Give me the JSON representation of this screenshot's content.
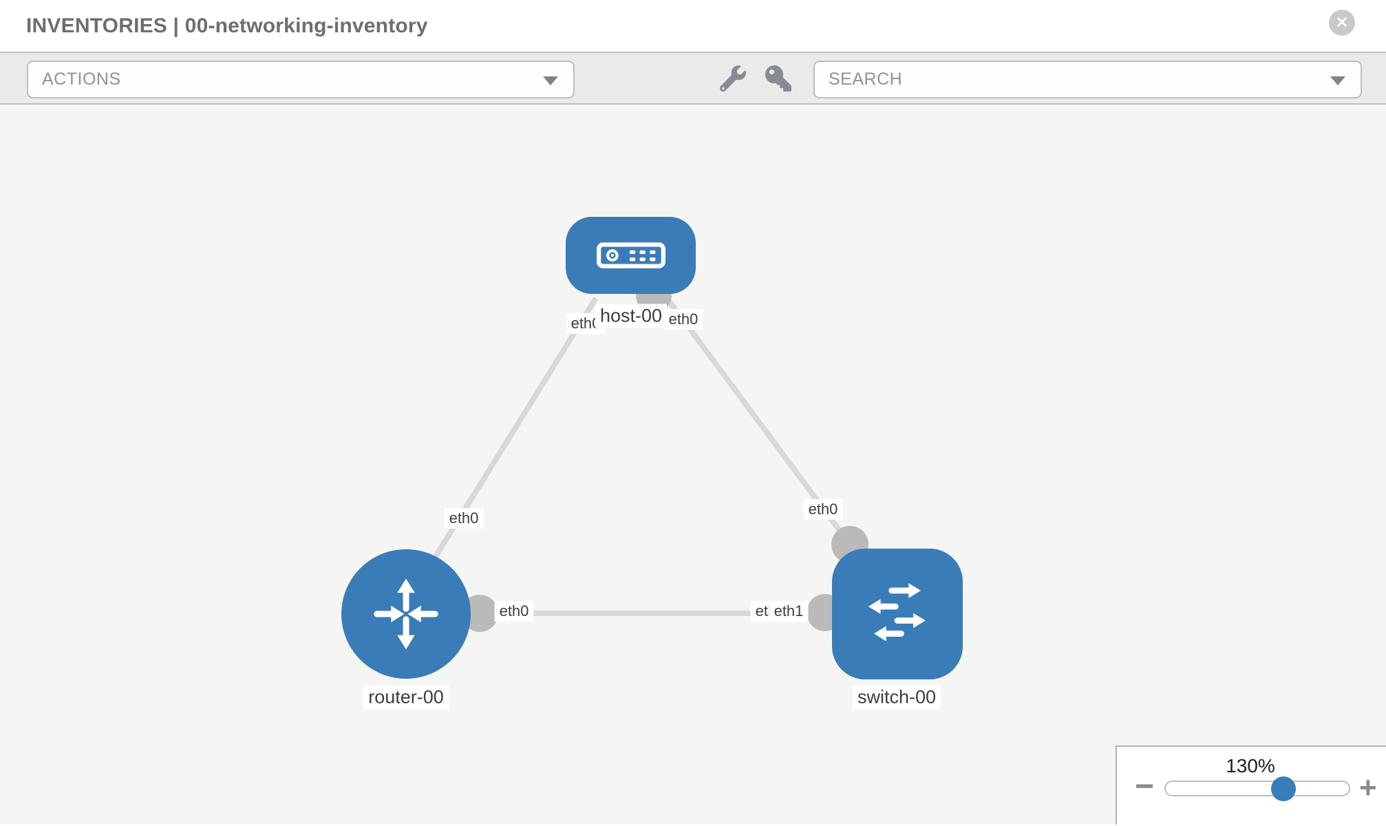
{
  "header": {
    "title": "INVENTORIES | 00-networking-inventory",
    "close_icon": "circle-x"
  },
  "toolbar": {
    "actions_label": "ACTIONS",
    "search_label": "SEARCH",
    "wrench_icon": "wrench-icon",
    "key_icon": "key-icon"
  },
  "topology": {
    "nodes": [
      {
        "id": "host-00",
        "type": "host",
        "label": "host-00"
      },
      {
        "id": "router-00",
        "type": "router",
        "label": "router-00"
      },
      {
        "id": "switch-00",
        "type": "switch",
        "label": "switch-00"
      }
    ],
    "links": [
      {
        "from": "router-00",
        "to": "host-00"
      },
      {
        "from": "switch-00",
        "to": "host-00"
      },
      {
        "from": "router-00",
        "to": "switch-00"
      }
    ],
    "port_labels": [
      {
        "text": "eth0"
      },
      {
        "text": "eth0"
      },
      {
        "text": "eth0"
      },
      {
        "text": "eth0"
      },
      {
        "text": "eth0"
      },
      {
        "text": "eth0"
      },
      {
        "text": "eth1"
      }
    ]
  },
  "zoom_control": {
    "level": "130%",
    "minus_label": "−",
    "plus_label": "+"
  },
  "colors": {
    "node_blue": "#3a7cb8",
    "link_gray": "#d8d8d8",
    "connector_gray": "#bababa",
    "toolbar_bg": "#eaeaea",
    "canvas_bg": "#f5f5f4"
  }
}
